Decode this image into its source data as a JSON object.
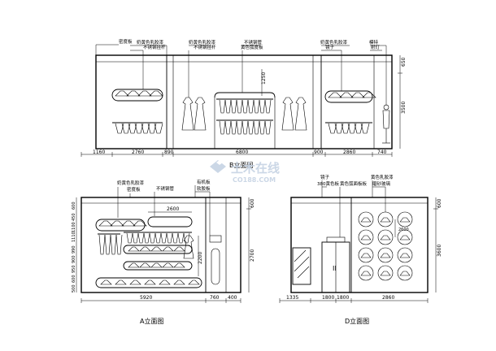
{
  "drawings": {
    "b": {
      "title": "B立面图",
      "labels": [
        "密度板",
        "奶黄色乳胶漆",
        "不锈钢挂杆",
        "奶黄色乳胶漆",
        "不锈钢挂杆",
        "不锈钢管",
        "黄色弧度板",
        "奶黄色乳胶漆",
        "镜子",
        "模特",
        "射灯"
      ],
      "dims_bottom": [
        "1160",
        "2760",
        "890",
        "6800",
        "900",
        "2860",
        "740"
      ],
      "dims_right": [
        "650",
        "3500"
      ],
      "dim_vertical": "1250"
    },
    "a": {
      "title": "A立面图",
      "labels": [
        "奶黄色乳胶漆",
        "密度板",
        "不锈钢管",
        "有机板",
        "软胶板"
      ],
      "dims_top": "2600",
      "dims_bottom": [
        "5920",
        "760",
        "400"
      ],
      "dims_left": [
        "600",
        "450",
        "1100",
        "1110",
        "990",
        "900",
        "950",
        "600",
        "500"
      ],
      "dims_right": [
        "600",
        "2700"
      ],
      "dim_vertical": "2200"
    },
    "d": {
      "title": "D立面图",
      "labels": [
        "镜子",
        "380黄色板",
        "黄色弧面板板",
        "黄色乳胶漆",
        "磨砂玻璃"
      ],
      "dims_bottom": [
        "1335",
        "1800",
        "1800",
        "2860"
      ],
      "dims_right": [
        "600",
        "3600"
      ],
      "dim_inner": "2600",
      "door_mark": "II"
    }
  },
  "watermark": {
    "main": "土木在线",
    "sub": "CO188.COM"
  },
  "colors": {
    "line": "#000000",
    "watermark": "#c6d3e4"
  }
}
